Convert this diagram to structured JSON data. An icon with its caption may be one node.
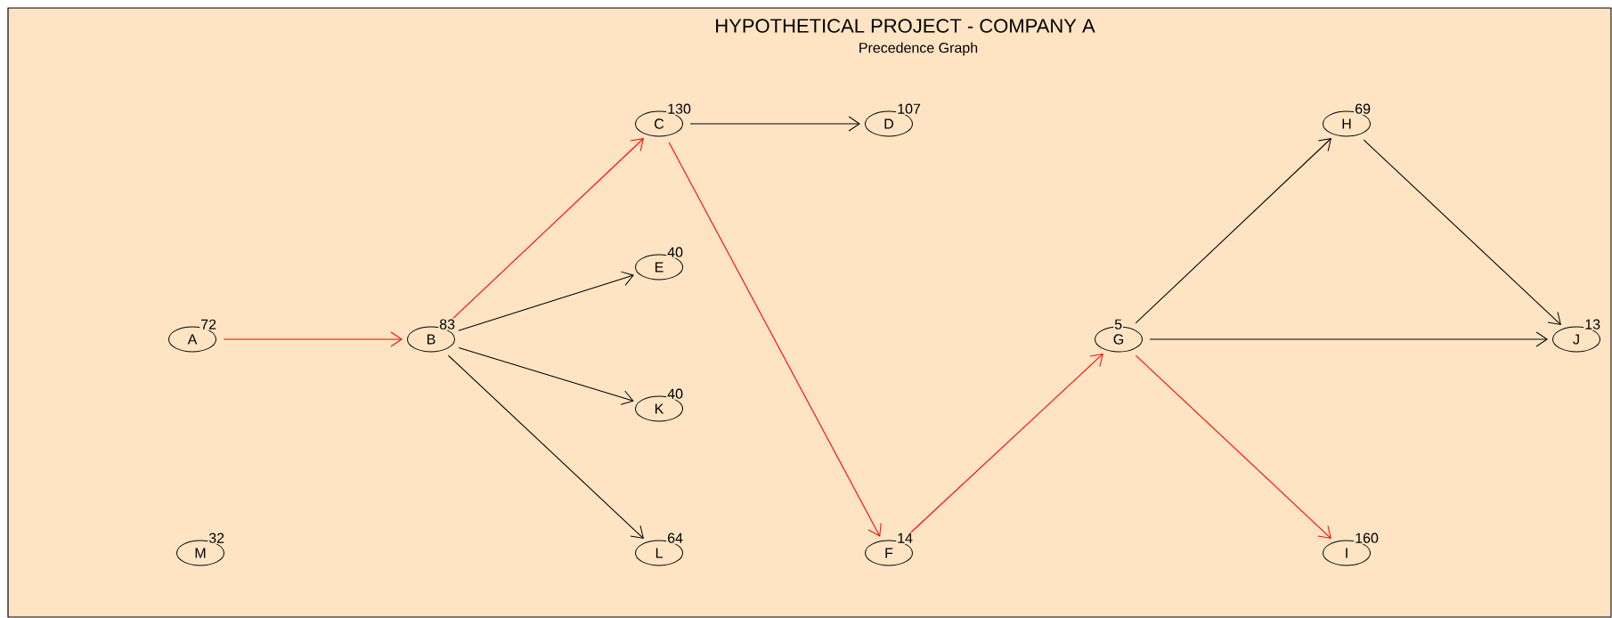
{
  "diagram": {
    "title": "HYPOTHETICAL PROJECT - COMPANY A",
    "nodes": [
      {
        "text": [
          "A"
        ],
        "beside": [
          "72"
        ]
      },
      {
        "text": [
          "B"
        ],
        "beside": [
          "83"
        ]
      },
      {
        "text": [
          "C"
        ],
        "beside": [
          "130"
        ]
      },
      {
        "text": [
          "D"
        ],
        "beside": [
          "107"
        ]
      },
      {
        "text": [
          "E"
        ],
        "beside": [
          "40"
        ]
      },
      {
        "text": [
          "K"
        ],
        "beside": [
          "40"
        ]
      },
      {
        "text": [
          "L"
        ],
        "beside": [
          "64"
        ]
      },
      {
        "text": [
          "M"
        ],
        "beside": [
          "32"
        ]
      },
      {
        "text": [
          "F"
        ],
        "beside": [
          "14"
        ]
      },
      {
        "text": [
          "G"
        ],
        "beside": [
          "5"
        ]
      },
      {
        "text": [
          "H"
        ],
        "beside": [
          "69"
        ]
      },
      {
        "text": [
          "I"
        ],
        "beside": [
          "160"
        ]
      },
      {
        "text": [
          "J"
        ],
        "beside": [
          "13"
        ]
      }
    ],
    "edges": [
      {
        "from": 0,
        "to": 1,
        "arrow": "to",
        "color": "#ff0000"
      },
      {
        "from": 1,
        "to": 2,
        "arrow": "to",
        "color": "#ff0000"
      },
      {
        "from": 1,
        "to": 4,
        "arrow": "to"
      },
      {
        "from": 1,
        "to": 5,
        "arrow": "to"
      },
      {
        "from": 1,
        "to": 6,
        "arrow": "to"
      },
      {
        "from": 2,
        "to": 3,
        "arrow": "to"
      },
      {
        "from": 2,
        "to": 8,
        "arrow": "to",
        "color": "#ff0000"
      },
      {
        "from": 8,
        "to": 9,
        "arrow": "to",
        "color": "#ff0000"
      },
      {
        "from": 9,
        "to": 10,
        "arrow": "to"
      },
      {
        "from": 9,
        "to": 12,
        "arrow": "to"
      },
      {
        "from": 9,
        "to": 11,
        "arrow": "to",
        "color": "#ff0000"
      },
      {
        "from": 10,
        "to": 12,
        "arrow": "to"
      }
    ],
    "labels": [
      "Precedence Graph"
    ]
  }
}
